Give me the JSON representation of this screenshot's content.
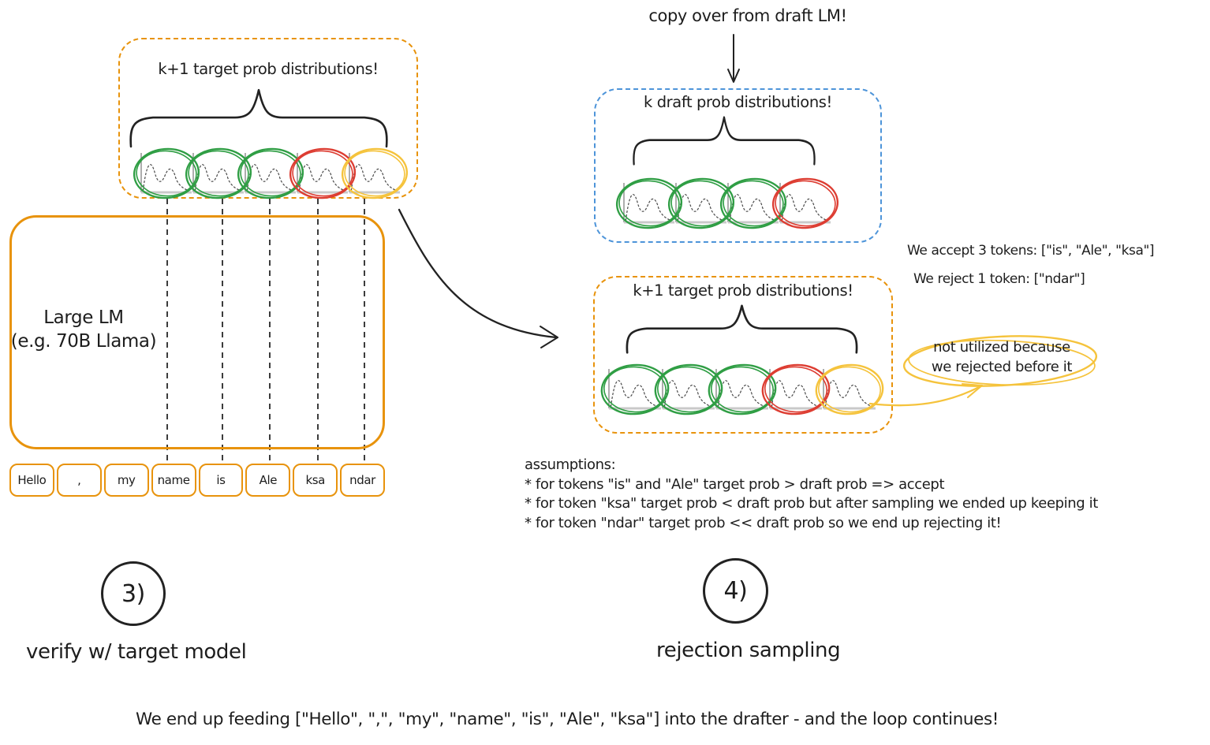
{
  "colors": {
    "orange": "#e8930c",
    "blue": "#4d94d9",
    "green": "#2f9e44",
    "red": "#dd3d32",
    "yellow": "#f5c33c",
    "ink": "#1d1d1d"
  },
  "left": {
    "target_box_title": "k+1 target prob distributions!",
    "target_ovals": [
      "green",
      "green",
      "green",
      "red",
      "yellow"
    ],
    "model_name_line1": "Large LM",
    "model_name_line2": "(e.g. 70B Llama)",
    "tokens": [
      "Hello",
      ",",
      "my",
      "name",
      "is",
      "Ale",
      "ksa",
      "ndar"
    ],
    "step_number": "3)",
    "step_label": "verify w/ target model"
  },
  "right": {
    "copy_note": "copy over from draft LM!",
    "draft_box_title": "k draft prob distributions!",
    "draft_ovals": [
      "green",
      "green",
      "green",
      "red"
    ],
    "target_box_title": "k+1 target prob distributions!",
    "target_ovals": [
      "green",
      "green",
      "green",
      "red",
      "yellow"
    ],
    "accept_note": "We accept 3 tokens: [\"is\", \"Ale\", \"ksa\"]",
    "reject_note": "We reject 1 token: [\"ndar\"]",
    "bubble_line1": "not utilized because",
    "bubble_line2": "we rejected before it",
    "assumptions_title": "assumptions:",
    "assumptions": [
      "* for tokens \"is\" and \"Ale\" target prob > draft prob => accept",
      "* for token \"ksa\" target prob < draft prob but after sampling we ended up keeping it",
      "* for token \"ndar\" target prob << draft prob so we end up rejecting it!"
    ],
    "step_number": "4)",
    "step_label": "rejection sampling"
  },
  "footer": {
    "note": "We end up feeding [\"Hello\", \",\", \"my\", \"name\", \"is\", \"Ale\", \"ksa\"] into the drafter - and the loop continues!"
  }
}
